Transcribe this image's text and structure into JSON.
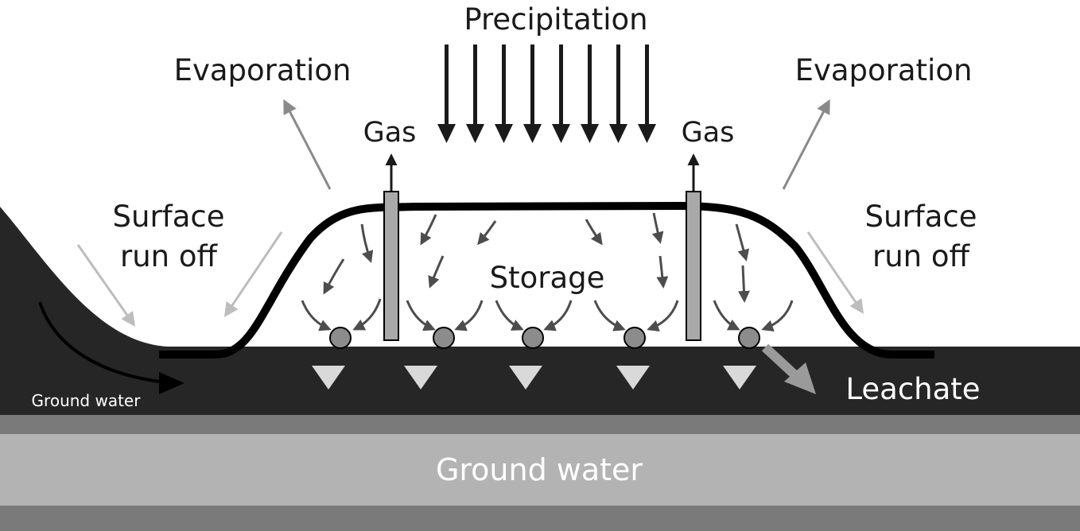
{
  "labels": {
    "precipitation": "Precipitation",
    "evaporation_left": "Evaporation",
    "evaporation_right": "Evaporation",
    "gas_left": "Gas",
    "gas_right": "Gas",
    "surface_run_off_left_line1": "Surface",
    "surface_run_off_left_line2": "run off",
    "surface_run_off_right_line1": "Surface",
    "surface_run_off_right_line2": "run off",
    "storage": "Storage",
    "ground_water_small": "Ground water",
    "leachate": "Leachate",
    "ground_water_band": "Ground water"
  },
  "colors": {
    "soil": "#262626",
    "stripe": "#7a7a7a",
    "ground_water_band": "#b3b3b3",
    "pipe": "#a9a9a9",
    "collector": "#8c8c8c",
    "drain_marker": "#d9d9d9",
    "evaporation_arrow": "#8a8a8a",
    "runoff_arrow": "#bdbdbd",
    "infiltration_arrow": "#4d4d4d",
    "leachate_arrow": "#9a9a9a"
  },
  "icons": {
    "precipitation": "down-arrow-icon",
    "gas": "up-arrow-icon",
    "collector": "circle-icon",
    "drain": "down-triangle-icon"
  }
}
